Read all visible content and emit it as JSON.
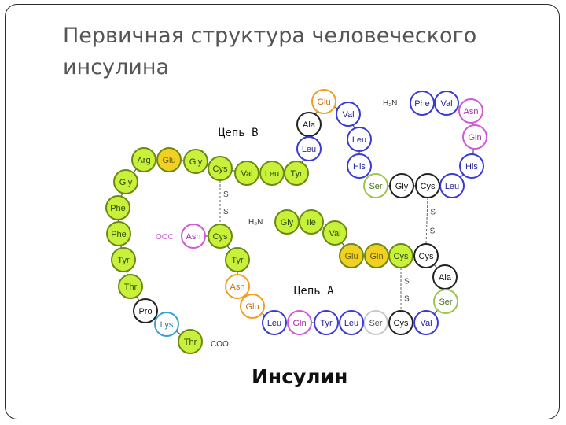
{
  "slide": {
    "title": "Первичная структура человеческого инсулина"
  },
  "figure": {
    "chain_b_label": "Цепь В",
    "chain_a_label": "Цепь А",
    "caption": "Инсулин",
    "terminals": {
      "b_n_term": "H₂N",
      "a_n_term": "H₂N",
      "a_c_term": "OOC",
      "b_c_term": "COO"
    },
    "disulfide_label": "S",
    "colors": {
      "blue": "#3a3ad6",
      "green": "#c9f03a",
      "magenta": "#d05ad8",
      "orange": "#f0a020",
      "yellow": "#f0d020",
      "gray": "#c8c8c8",
      "black": "#222222",
      "teal": "#3aa0d0",
      "olive": "#9cc84a"
    },
    "chain_b": [
      {
        "label": "Phe",
        "color": "blue"
      },
      {
        "label": "Val",
        "color": "blue"
      },
      {
        "label": "Asn",
        "color": "magenta"
      },
      {
        "label": "Gln",
        "color": "magenta"
      },
      {
        "label": "His",
        "color": "blue"
      },
      {
        "label": "Leu",
        "color": "blue"
      },
      {
        "label": "Cys",
        "color": "black"
      },
      {
        "label": "Gly",
        "color": "black"
      },
      {
        "label": "Ser",
        "color": "olive"
      },
      {
        "label": "His",
        "color": "blue"
      },
      {
        "label": "Leu",
        "color": "blue"
      },
      {
        "label": "Val",
        "color": "blue"
      },
      {
        "label": "Glu",
        "color": "orange"
      },
      {
        "label": "Ala",
        "color": "black"
      },
      {
        "label": "Leu",
        "color": "blue"
      },
      {
        "label": "Tyr",
        "color": "green"
      },
      {
        "label": "Leu",
        "color": "green"
      },
      {
        "label": "Val",
        "color": "green"
      },
      {
        "label": "Cys",
        "color": "green"
      },
      {
        "label": "Gly",
        "color": "green"
      },
      {
        "label": "Glu",
        "color": "yellow"
      },
      {
        "label": "Arg",
        "color": "green"
      },
      {
        "label": "Gly",
        "color": "green"
      },
      {
        "label": "Phe",
        "color": "green"
      },
      {
        "label": "Phe",
        "color": "green"
      },
      {
        "label": "Tyr",
        "color": "green"
      },
      {
        "label": "Thr",
        "color": "green"
      },
      {
        "label": "Pro",
        "color": "black"
      },
      {
        "label": "Lys",
        "color": "teal"
      },
      {
        "label": "Thr",
        "color": "green"
      }
    ],
    "chain_a": [
      {
        "label": "Gly",
        "color": "green"
      },
      {
        "label": "Ile",
        "color": "green"
      },
      {
        "label": "Val",
        "color": "green"
      },
      {
        "label": "Glu",
        "color": "yellow"
      },
      {
        "label": "Gln",
        "color": "yellow"
      },
      {
        "label": "Cys",
        "color": "green"
      },
      {
        "label": "Cys",
        "color": "black"
      },
      {
        "label": "Ala",
        "color": "black"
      },
      {
        "label": "Ser",
        "color": "olive"
      },
      {
        "label": "Val",
        "color": "blue"
      },
      {
        "label": "Cys",
        "color": "black"
      },
      {
        "label": "Ser",
        "color": "gray"
      },
      {
        "label": "Leu",
        "color": "blue"
      },
      {
        "label": "Tyr",
        "color": "blue"
      },
      {
        "label": "Gln",
        "color": "magenta"
      },
      {
        "label": "Leu",
        "color": "blue"
      },
      {
        "label": "Glu",
        "color": "orange"
      },
      {
        "label": "Asn",
        "color": "orange"
      },
      {
        "label": "Tyr",
        "color": "green"
      },
      {
        "label": "Cys",
        "color": "green"
      },
      {
        "label": "Asn",
        "color": "magenta"
      }
    ]
  }
}
